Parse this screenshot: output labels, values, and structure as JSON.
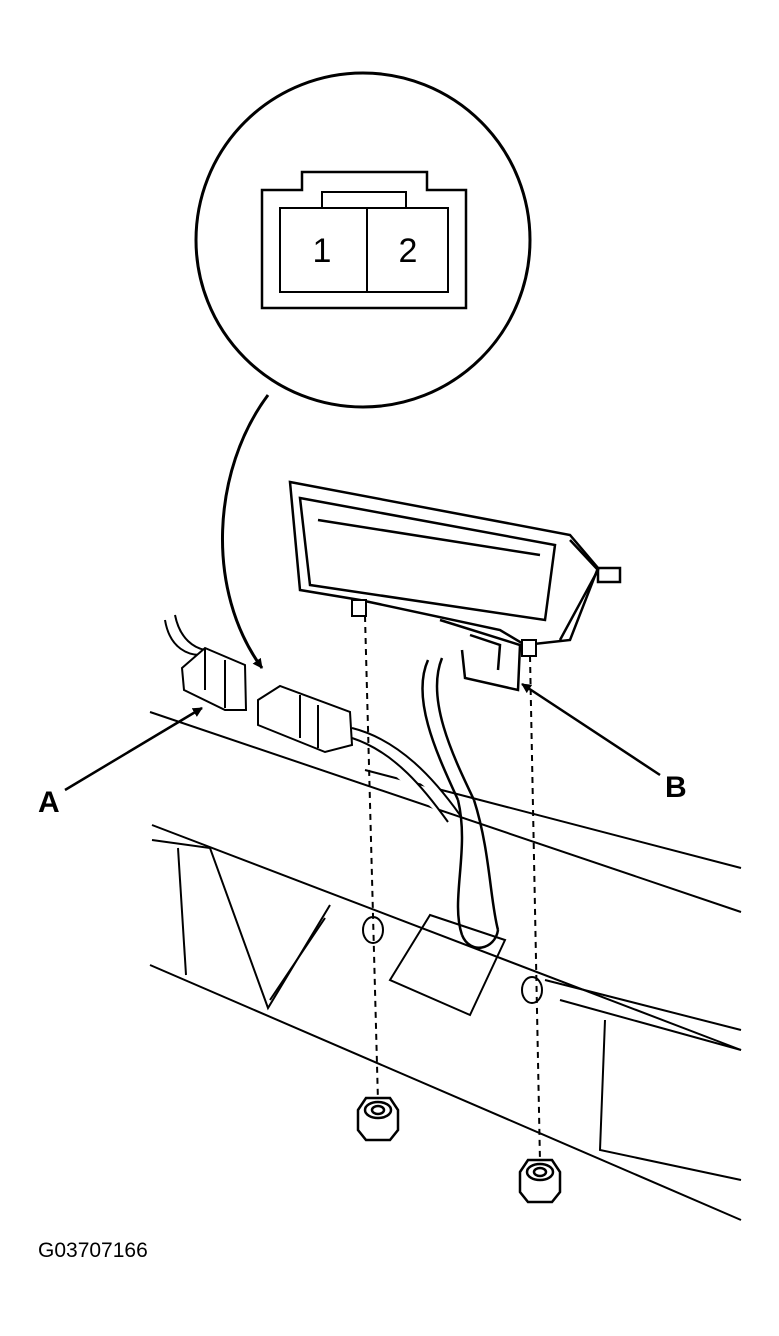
{
  "callouts": {
    "a": "A",
    "b": "B"
  },
  "connector_view": {
    "pins": [
      "1",
      "2"
    ]
  },
  "figure_code": "G03707166"
}
